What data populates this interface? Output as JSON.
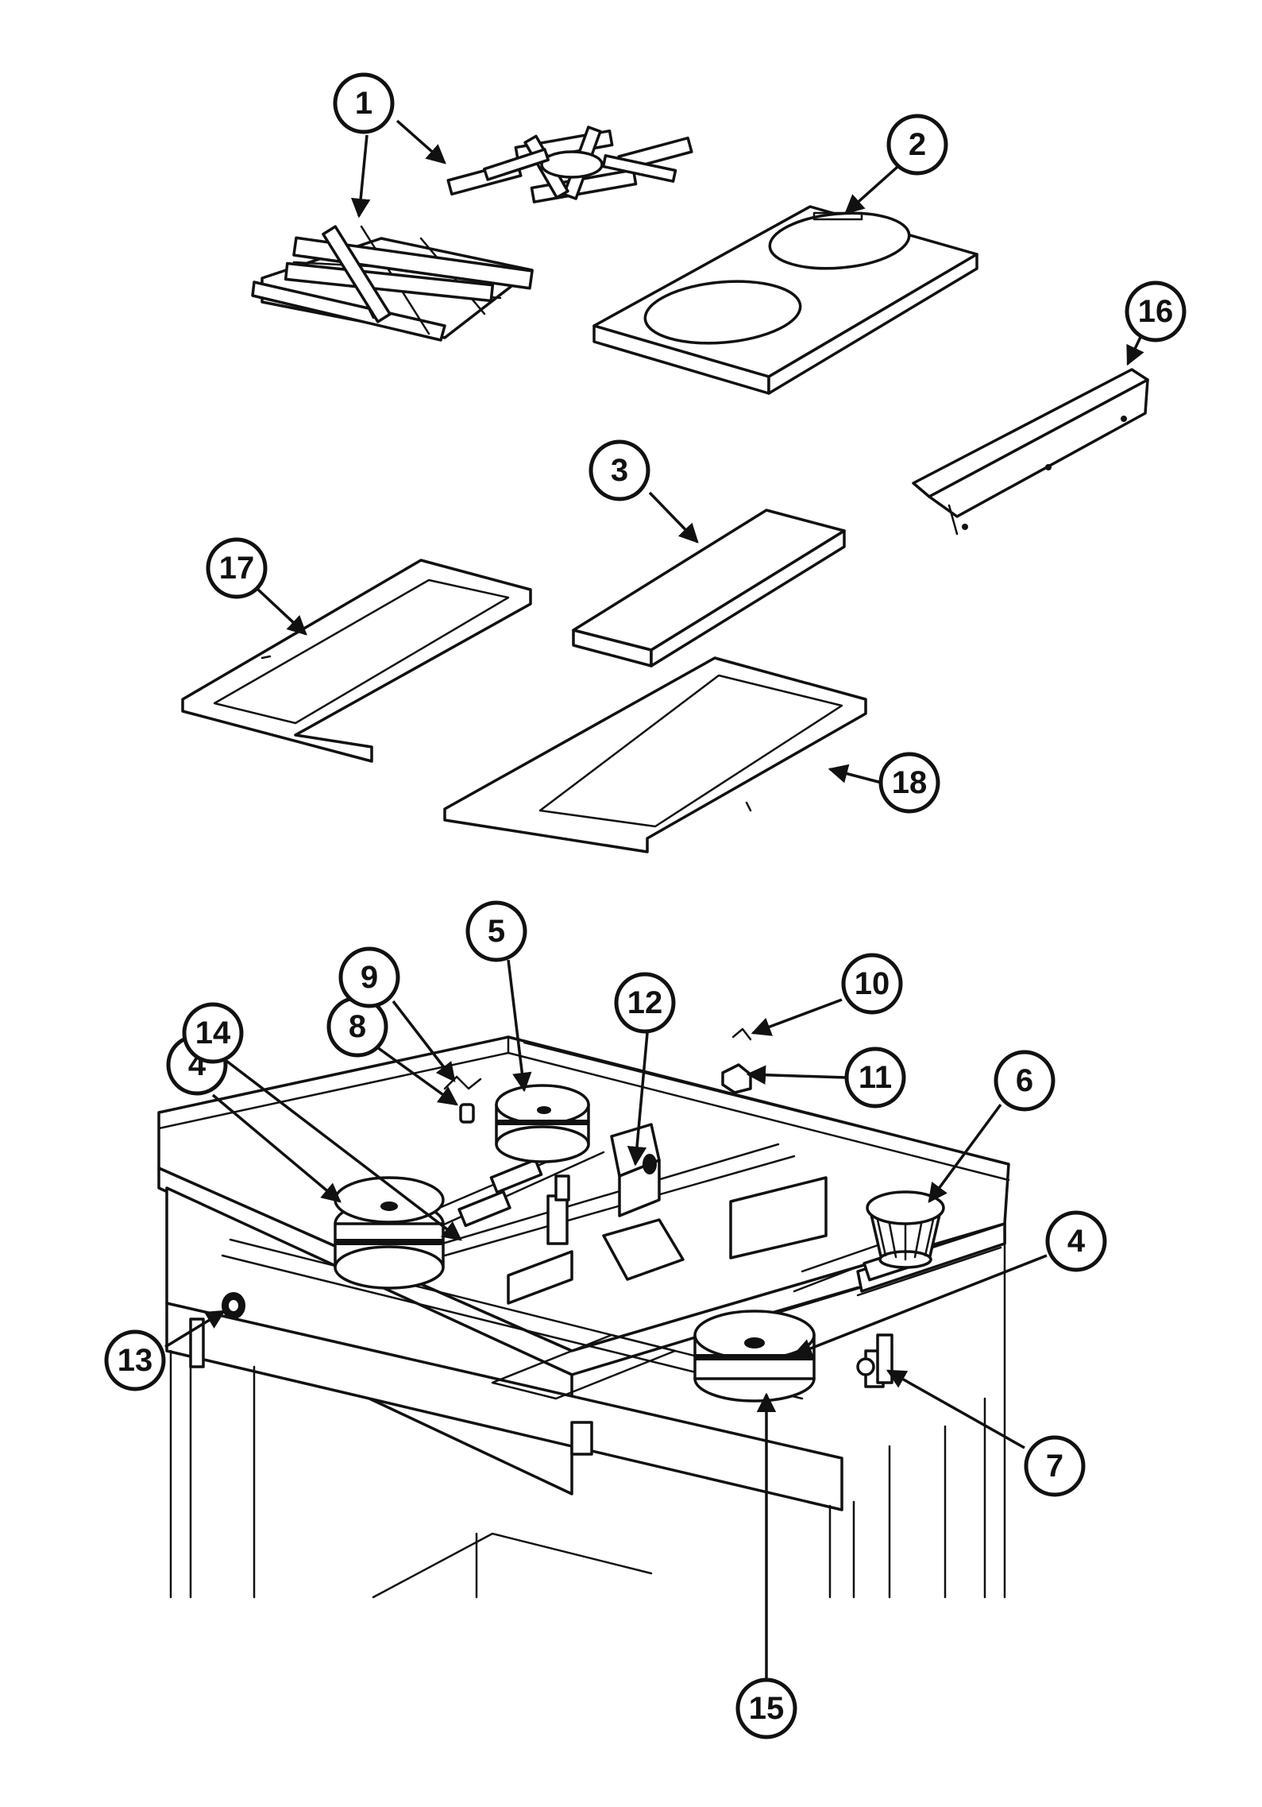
{
  "callouts": [
    {
      "id": "c1",
      "label": "1"
    },
    {
      "id": "c2",
      "label": "2"
    },
    {
      "id": "c3",
      "label": "3"
    },
    {
      "id": "c4a",
      "label": "4"
    },
    {
      "id": "c4b",
      "label": "4"
    },
    {
      "id": "c5",
      "label": "5"
    },
    {
      "id": "c6",
      "label": "6"
    },
    {
      "id": "c7",
      "label": "7"
    },
    {
      "id": "c8",
      "label": "8"
    },
    {
      "id": "c9",
      "label": "9"
    },
    {
      "id": "c10",
      "label": "10"
    },
    {
      "id": "c11",
      "label": "11"
    },
    {
      "id": "c12",
      "label": "12"
    },
    {
      "id": "c13",
      "label": "13"
    },
    {
      "id": "c14",
      "label": "14"
    },
    {
      "id": "c15",
      "label": "15"
    },
    {
      "id": "c16",
      "label": "16"
    },
    {
      "id": "c17",
      "label": "17"
    },
    {
      "id": "c18",
      "label": "18"
    }
  ],
  "colors": {
    "ink": "#111111",
    "paper": "#ffffff"
  }
}
